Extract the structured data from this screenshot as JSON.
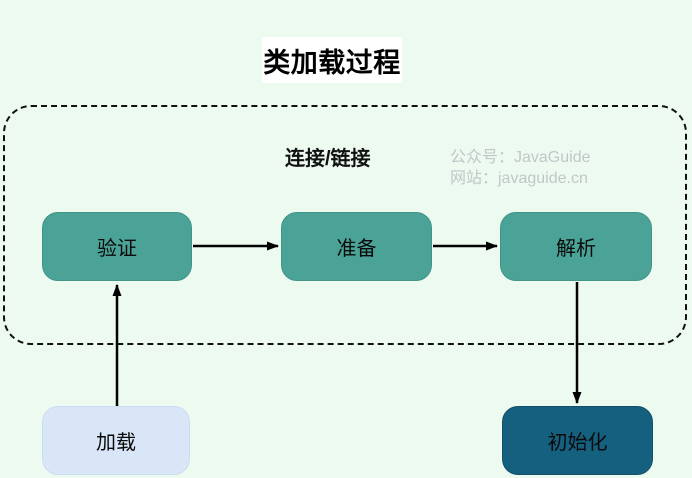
{
  "title": "类加载过程",
  "linking_label": "连接/链接",
  "watermark": {
    "line1": "公众号：JavaGuide",
    "line2": "网站：javaguide.cn"
  },
  "nodes": {
    "load": {
      "label": "加载"
    },
    "verify": {
      "label": "验证"
    },
    "prepare": {
      "label": "准备"
    },
    "resolve": {
      "label": "解析"
    },
    "initialize": {
      "label": "初始化"
    }
  },
  "edges": [
    {
      "from": "load",
      "to": "verify"
    },
    {
      "from": "verify",
      "to": "prepare"
    },
    {
      "from": "prepare",
      "to": "resolve"
    },
    {
      "from": "resolve",
      "to": "initialize"
    }
  ],
  "colors": {
    "background": "#edfaf0",
    "phase_box": "#4aa396",
    "load_box": "#d9e6f7",
    "initialize_box": "#15607f",
    "watermark_text": "#c2c6c7",
    "line_and_border": "#111111",
    "title_background": "#ffffff"
  }
}
